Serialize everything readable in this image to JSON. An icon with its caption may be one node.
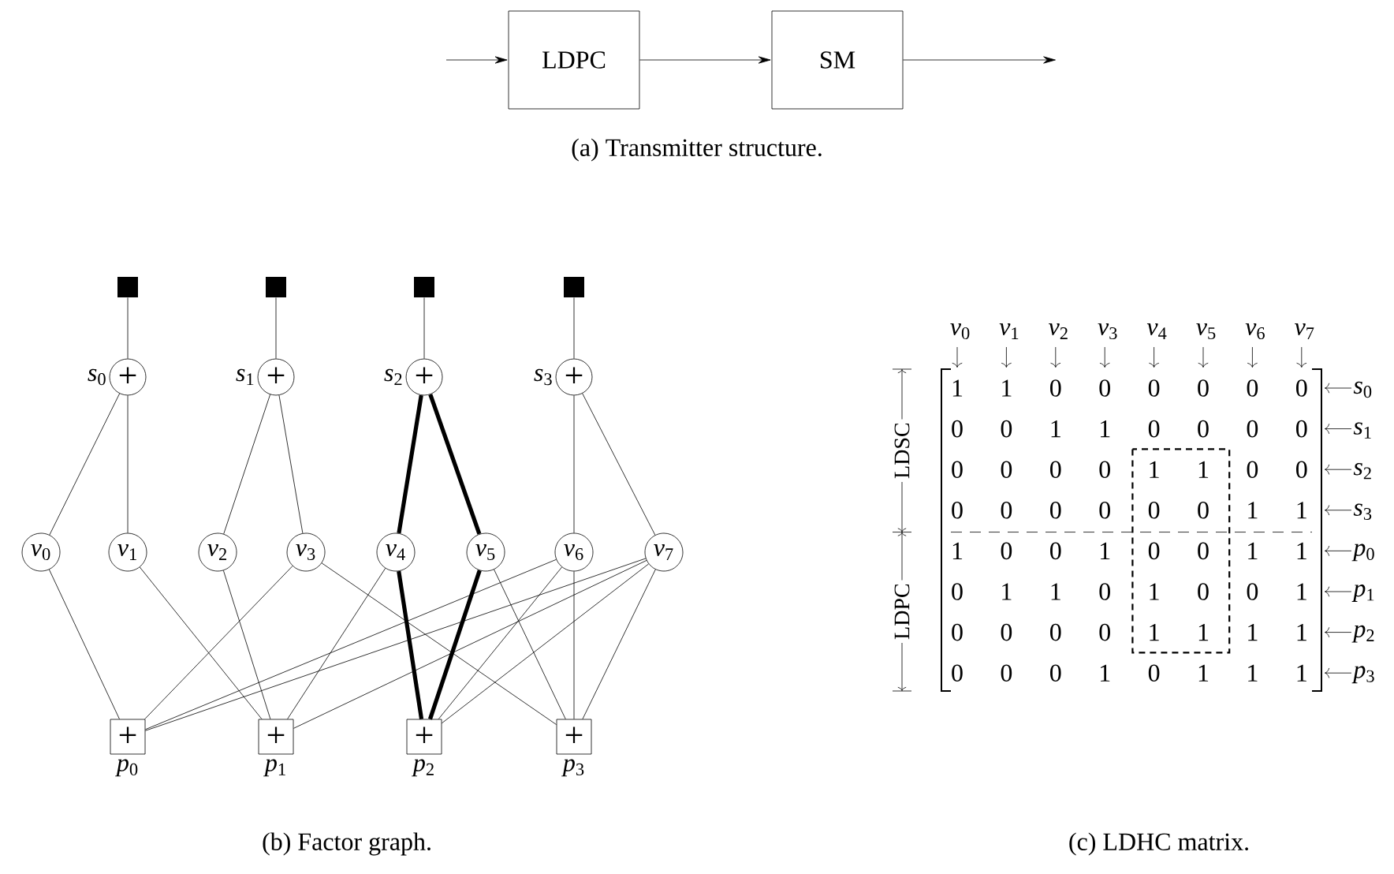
{
  "diagram": {
    "nodes": [
      {
        "text": [
          "LDPC"
        ]
      },
      {
        "text": [
          "SM"
        ]
      },
      {
        "text": [],
        "shape": "box"
      },
      {
        "text": [],
        "shape": "box"
      },
      {
        "text": [],
        "shape": "box"
      },
      {
        "text": [],
        "shape": "box"
      },
      {
        "text": [
          "+"
        ],
        "beside": [
          "*s*$_{0}$"
        ]
      },
      {
        "text": [
          "+"
        ],
        "beside": [
          "*s*$_{1}$"
        ]
      },
      {
        "text": [
          "+"
        ],
        "beside": [
          "*s*$_{2}$"
        ]
      },
      {
        "text": [
          "+"
        ],
        "beside": [
          "*s*$_{3}$"
        ]
      },
      {
        "text": [
          "*v*$_{0}$"
        ]
      },
      {
        "text": [
          "*v*$_{1}$"
        ]
      },
      {
        "text": [
          "*v*$_{2}$"
        ]
      },
      {
        "text": [
          "*v*$_{3}$"
        ]
      },
      {
        "text": [
          "*v*$_{4}$"
        ]
      },
      {
        "text": [
          "*v*$_{5}$"
        ]
      },
      {
        "text": [
          "*v*$_{6}$"
        ]
      },
      {
        "text": [
          "*v*$_{7}$"
        ]
      },
      {
        "text": [
          "+"
        ],
        "beside": [
          "*p*$_{0}$"
        ]
      },
      {
        "text": [
          "+"
        ],
        "beside": [
          "*p*$_{1}$"
        ]
      },
      {
        "text": [
          "+"
        ],
        "beside": [
          "*p*$_{2}$"
        ]
      },
      {
        "text": [
          "+"
        ],
        "beside": [
          "*p*$_{3}$"
        ]
      }
    ],
    "edges": [
      {
        "from": null,
        "to": 0,
        "arrow": "to"
      },
      {
        "from": 0,
        "to": 1,
        "arrow": "to"
      },
      {
        "from": 1,
        "to": null,
        "arrow": "to"
      },
      {
        "from": 2,
        "to": 6,
        "arrow": "none"
      },
      {
        "from": 3,
        "to": 7,
        "arrow": "none"
      },
      {
        "from": 4,
        "to": 8,
        "arrow": "none"
      },
      {
        "from": 5,
        "to": 9,
        "arrow": "none"
      },
      {
        "from": 6,
        "to": 10,
        "arrow": "none"
      },
      {
        "from": 6,
        "to": 11,
        "arrow": "none"
      },
      {
        "from": 7,
        "to": 12,
        "arrow": "none"
      },
      {
        "from": 7,
        "to": 13,
        "arrow": "none"
      },
      {
        "from": 8,
        "to": 14,
        "arrow": "none",
        "style": "thick"
      },
      {
        "from": 8,
        "to": 15,
        "arrow": "none",
        "style": "thick"
      },
      {
        "from": 9,
        "to": 16,
        "arrow": "none"
      },
      {
        "from": 9,
        "to": 17,
        "arrow": "none"
      },
      {
        "from": 10,
        "to": 18,
        "arrow": "none"
      },
      {
        "from": 13,
        "to": 18,
        "arrow": "none"
      },
      {
        "from": 16,
        "to": 18,
        "arrow": "none"
      },
      {
        "from": 17,
        "to": 18,
        "arrow": "none"
      },
      {
        "from": 11,
        "to": 19,
        "arrow": "none"
      },
      {
        "from": 12,
        "to": 19,
        "arrow": "none"
      },
      {
        "from": 14,
        "to": 19,
        "arrow": "none"
      },
      {
        "from": 17,
        "to": 19,
        "arrow": "none"
      },
      {
        "from": 14,
        "to": 20,
        "arrow": "none",
        "style": "thick"
      },
      {
        "from": 15,
        "to": 20,
        "arrow": "none",
        "style": "thick"
      },
      {
        "from": 16,
        "to": 20,
        "arrow": "none"
      },
      {
        "from": 17,
        "to": 20,
        "arrow": "none"
      },
      {
        "from": 13,
        "to": 21,
        "arrow": "none"
      },
      {
        "from": 15,
        "to": 21,
        "arrow": "none"
      },
      {
        "from": 16,
        "to": 21,
        "arrow": "none"
      },
      {
        "from": 17,
        "to": 21,
        "arrow": "none"
      }
    ],
    "labels": [
      "(a) Transmitter structure.",
      "(b) Factor graph.",
      "(c) LDHC matrix.",
      "LDSC",
      "LDPC",
      "*v*$_{0}$",
      "*v*$_{1}$",
      "*v*$_{2}$",
      "*v*$_{3}$",
      "*v*$_{4}$",
      "*v*$_{5}$",
      "*v*$_{6}$",
      "*v*$_{7}$",
      "*s*$_{0}$",
      "*s*$_{1}$",
      "*s*$_{2}$",
      "*s*$_{3}$",
      "*p*$_{0}$",
      "*p*$_{1}$",
      "*p*$_{2}$",
      "*p*$_{3}$",
      "1",
      "1",
      "0",
      "0",
      "0",
      "0",
      "0",
      "0",
      "0",
      "0",
      "1",
      "1",
      "0",
      "0",
      "0",
      "0",
      "0",
      "0",
      "0",
      "0",
      "1",
      "1",
      "0",
      "0",
      "0",
      "0",
      "0",
      "0",
      "0",
      "0",
      "1",
      "1",
      "1",
      "0",
      "0",
      "1",
      "0",
      "0",
      "1",
      "1",
      "0",
      "1",
      "1",
      "0",
      "1",
      "0",
      "0",
      "1",
      "0",
      "0",
      "0",
      "0",
      "1",
      "1",
      "1",
      "1",
      "0",
      "0",
      "0",
      "1",
      "0",
      "1",
      "1",
      "1"
    ]
  }
}
